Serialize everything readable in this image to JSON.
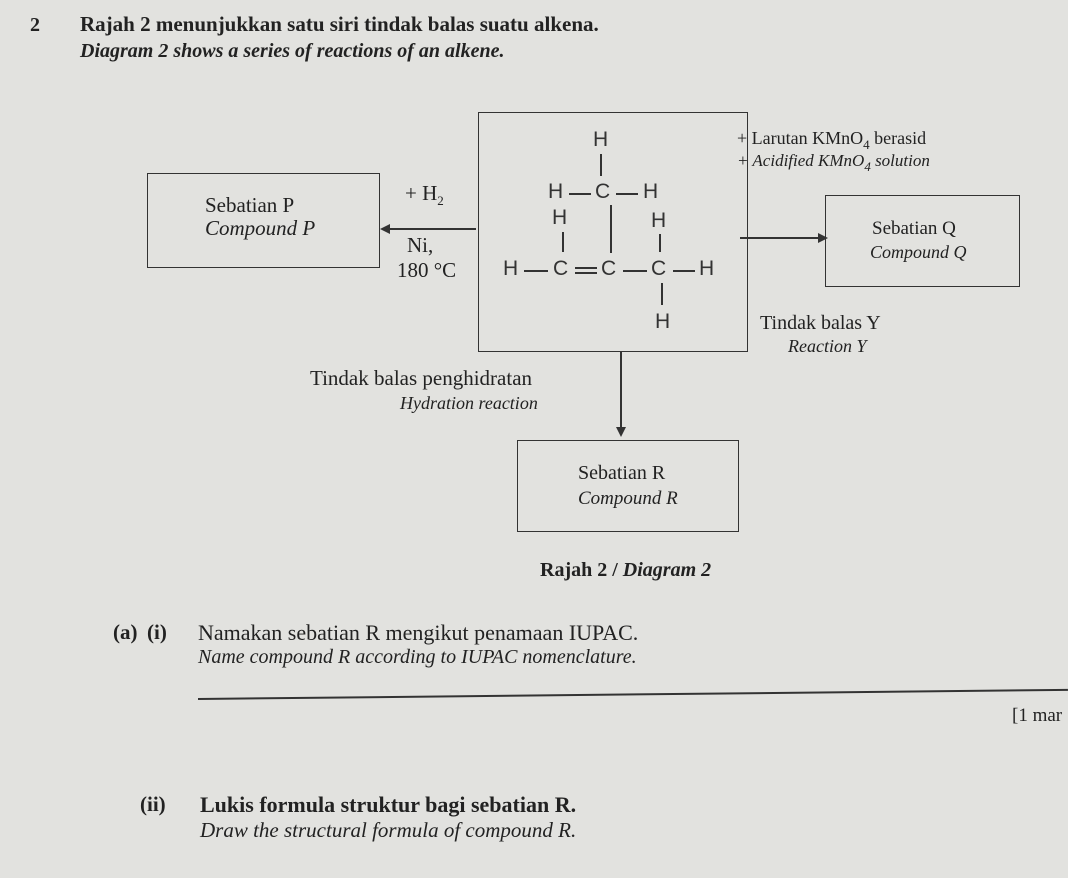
{
  "question": {
    "number": "2",
    "intro_my": "Rajah 2 menunjukkan satu siri tindak balas suatu alkena.",
    "intro_en": "Diagram 2 shows a series of reactions of an alkene."
  },
  "diagram": {
    "compound_p_my": "Sebatian P",
    "compound_p_en": "Compound P",
    "cond_h2": "+ H",
    "cond_h2_sub": "2",
    "cond_ni": "Ni,",
    "cond_temp": "180 °C",
    "reagent_my_pre": "+ Larutan KMnO",
    "reagent_my_sub": "4",
    "reagent_my_post": " berasid",
    "reagent_en_pre": "+ Acidified KMnO",
    "reagent_en_sub": "4",
    "reagent_en_post": " solution",
    "compound_q_my": "Sebatian Q",
    "compound_q_en": "Compound Q",
    "reaction_y_my": "Tindak balas Y",
    "reaction_y_en": "Reaction Y",
    "hydration_my": "Tindak balas penghidratan",
    "hydration_en": "Hydration reaction",
    "compound_r_my": "Sebatian R",
    "compound_r_en": "Compound R",
    "caption": "Rajah 2 / ",
    "caption_en": "Diagram 2",
    "structure_atoms": [
      "H",
      "H",
      "C",
      "H",
      "H",
      "H",
      "H",
      "C",
      "C",
      "C",
      "H",
      "H"
    ]
  },
  "part_a": {
    "label": "(a)",
    "sub_i_label": "(i)",
    "sub_i_my": "Namakan sebatian R mengikut penamaan IUPAC.",
    "sub_i_en": "Name compound R according to IUPAC nomenclature.",
    "marks": "[1 mar",
    "sub_ii_label": "(ii)",
    "sub_ii_my": "Lukis formula struktur bagi sebatian R.",
    "sub_ii_en": "Draw the structural formula of compound R."
  }
}
